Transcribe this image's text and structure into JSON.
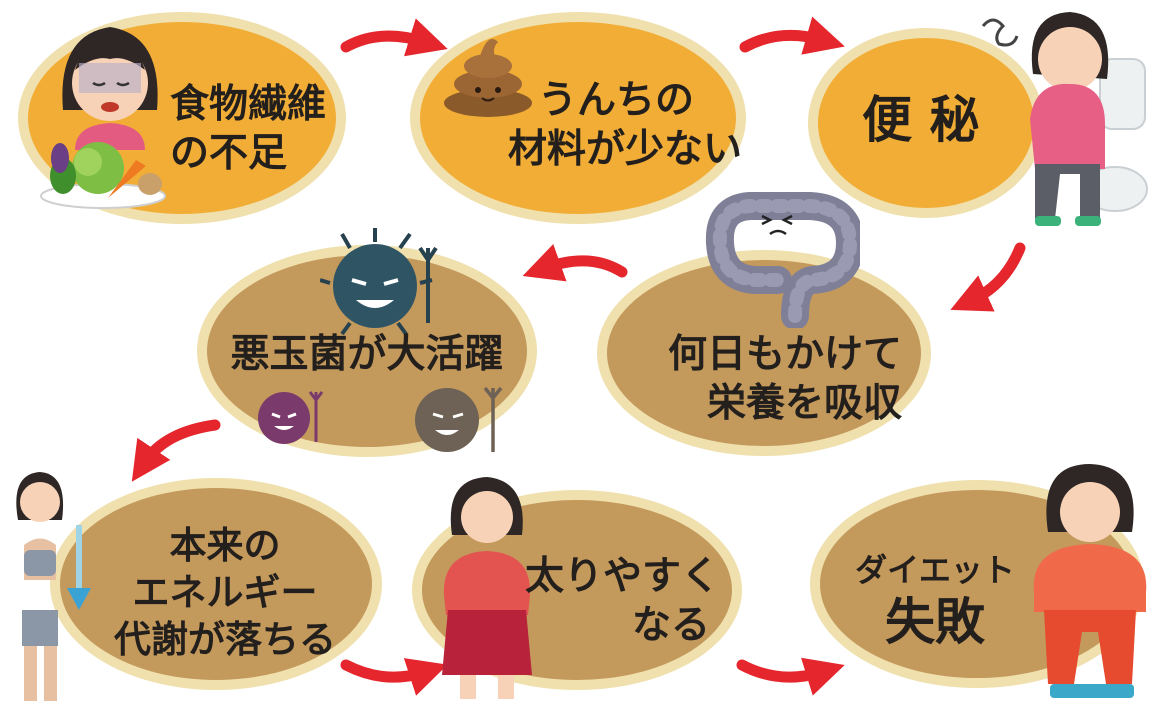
{
  "nodes": [
    {
      "id": "fiber",
      "lines": [
        "食物繊維",
        "の不足"
      ]
    },
    {
      "id": "material",
      "lines": [
        "うんちの",
        "材料が少ない"
      ]
    },
    {
      "id": "constipation",
      "lines": [
        "便 秘"
      ]
    },
    {
      "id": "absorb",
      "lines": [
        "何日もかけて",
        "栄養を吸収"
      ]
    },
    {
      "id": "bacteria",
      "lines": [
        "悪玉菌が大活躍"
      ]
    },
    {
      "id": "metabolism",
      "lines": [
        "本来の",
        "エネルギー",
        "代謝が落ちる"
      ]
    },
    {
      "id": "fat",
      "lines": [
        "太りやすく",
        "なる"
      ]
    },
    {
      "id": "diet",
      "lines": [
        "ダイエット",
        "失敗"
      ]
    }
  ],
  "colors": {
    "gold": "#f2ad36",
    "brown": "#c4995c",
    "rim": "#efe0ad",
    "arrow": "#e5262d",
    "text": "#231f1c"
  },
  "icons": [
    "tired-woman-icon",
    "vegetables-icon",
    "poop-icon",
    "constipated-woman-icon",
    "intestine-icon",
    "bad-bacteria-icon",
    "thin-woman-icon",
    "bloated-woman-icon",
    "overweight-woman-icon"
  ]
}
